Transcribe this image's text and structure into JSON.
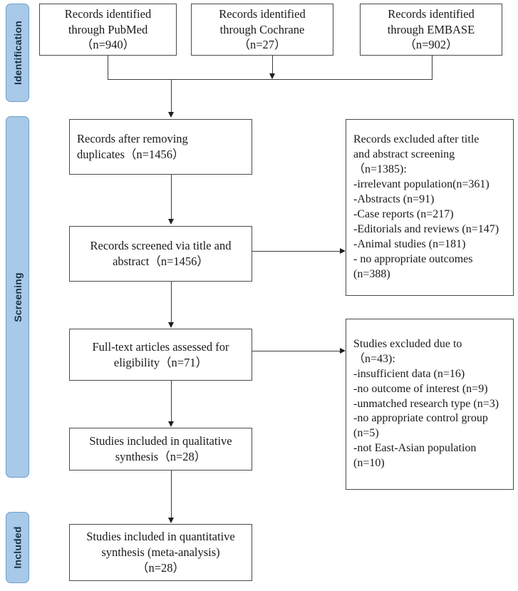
{
  "diagram": {
    "title": "PRISMA study selection flow diagram",
    "accent_color": "#a8c9e8",
    "border_color": "#4a4a4a",
    "connector_color": "#3d3d3d"
  },
  "phases": [
    {
      "id": "identification",
      "label": "Identification"
    },
    {
      "id": "screening",
      "label": "Screening"
    },
    {
      "id": "included",
      "label": "Included"
    }
  ],
  "sources": [
    {
      "id": "pubmed",
      "line1": "Records identified",
      "line2": "through PubMed",
      "line3": "（n=940）"
    },
    {
      "id": "cochrane",
      "line1": "Records identified",
      "line2": "through Cochrane",
      "line3": "（n=27）"
    },
    {
      "id": "embase",
      "line1": "Records identified",
      "line2": "through EMBASE",
      "line3": "（n=902）"
    }
  ],
  "flow": {
    "duplicates": {
      "line1": "Records after removing",
      "line2": "duplicates（n=1456）"
    },
    "screened": {
      "line1": "Records screened via title and",
      "line2": "abstract（n=1456）"
    },
    "fulltext": {
      "line1": "Full-text articles assessed for",
      "line2": "eligibility（n=71）"
    },
    "qualitative": {
      "line1": "Studies included in qualitative",
      "line2": "synthesis（n=28）"
    },
    "quantitative": {
      "line1": "Studies included in quantitative",
      "line2": "synthesis (meta-analysis)",
      "line3": "（n=28）"
    }
  },
  "exclusions": {
    "screening": {
      "lines": [
        "Records excluded after title",
        "and abstract screening",
        "（n=1385):",
        "-irrelevant population(n=361)",
        "-Abstracts (n=91)",
        "-Case reports (n=217)",
        "-Editorials and reviews (n=147)",
        "-Animal studies (n=181)",
        "- no appropriate outcomes",
        "(n=388)"
      ]
    },
    "eligibility": {
      "lines": [
        "Studies excluded due to",
        "（n=43):",
        "-insufficient data (n=16)",
        "-no outcome of interest (n=9)",
        "-unmatched research type (n=3)",
        "-no appropriate control group",
        "(n=5)",
        "-not East-Asian population",
        "(n=10)"
      ]
    }
  }
}
